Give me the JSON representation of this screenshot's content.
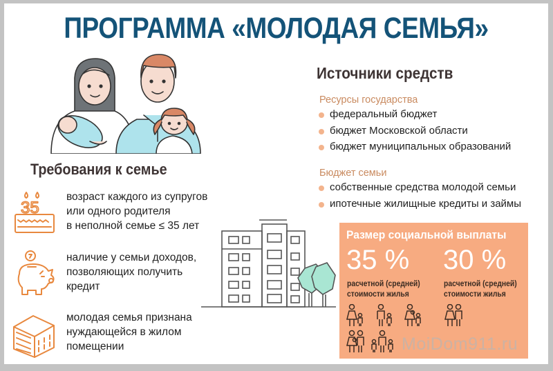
{
  "title": "ПРОГРАММА «МОЛОДАЯ СЕМЬЯ»",
  "requirements": {
    "heading": "Требования к семье",
    "items": [
      {
        "icon": "birthday-cake-35-icon",
        "lines": [
          "возраст каждого из супругов",
          "или одного родителя",
          "в неполной семье ≤ 35 лет"
        ]
      },
      {
        "icon": "piggy-bank-icon",
        "lines": [
          "наличие у семьи доходов,",
          "позволяющих получить",
          "кредит"
        ]
      },
      {
        "icon": "apartment-building-icon",
        "lines": [
          "молодая семья признана",
          "нуждающейся в жилом",
          "помещении"
        ]
      }
    ]
  },
  "sources": {
    "heading": "Источники средств",
    "groups": [
      {
        "label": "Ресурсы государства",
        "items": [
          "федеральный бюджет",
          "бюджет Московской области",
          "бюджет муниципальных образований"
        ]
      },
      {
        "label": "Бюджет семьи",
        "items": [
          "собственные средства молодой семьи",
          "ипотечные жилищные кредиты и займы"
        ]
      }
    ]
  },
  "payment": {
    "heading": "Размер социальной выплаты",
    "options": [
      {
        "percent": "35 %",
        "desc_lines": [
          "расчетной (средней)",
          "стоимости жилья"
        ]
      },
      {
        "percent": "30 %",
        "desc_lines": [
          "расчетной (средней)",
          "стоимости жилья"
        ]
      }
    ]
  },
  "watermark": "MoiDom911.ru",
  "colors": {
    "title": "#145378",
    "accent_orange": "#f7ab81",
    "icon_orange": "#e8883e",
    "heading_dark": "#3e3434",
    "subheading": "#c98a5f"
  }
}
